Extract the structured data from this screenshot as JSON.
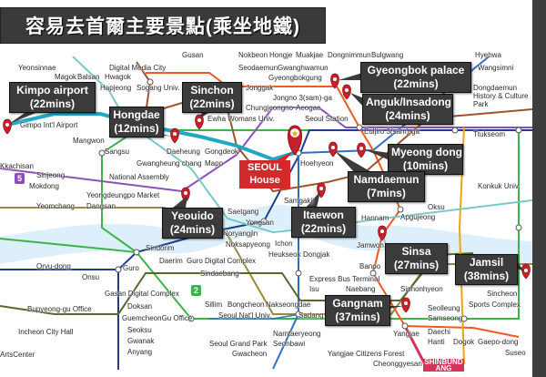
{
  "title": "容易去首爾主要景點(乘坐地鐵)",
  "seoul_house": {
    "line1": "SEOUL",
    "line2": "House"
  },
  "callouts": [
    {
      "name": "Kimpo airport",
      "time": "(22mins)"
    },
    {
      "name": "Hongdae",
      "time": "(12mins)"
    },
    {
      "name": "Sinchon",
      "time": "(22mins)"
    },
    {
      "name": "Gyeongbok palace",
      "time": "(22mins)"
    },
    {
      "name": "Anguk/Insadong",
      "time": "(24mins)"
    },
    {
      "name": "Myeong dong",
      "time": "(10mins)"
    },
    {
      "name": "Namdaemun",
      "time": "(7mins)"
    },
    {
      "name": "Itaewon",
      "time": "(22mins)"
    },
    {
      "name": "Yeouido",
      "time": "(24mins)"
    },
    {
      "name": "Sinsa",
      "time": "(27mins)"
    },
    {
      "name": "Jamsil",
      "time": "(38mins)"
    },
    {
      "name": "Gangnam",
      "time": "(37mins)"
    }
  ],
  "line_badges": [
    "5",
    "2"
  ],
  "shinbundang": "SHINBUNDANG",
  "stations": [
    "Gusan",
    "Digital Media City",
    "Hapjeong",
    "Mangwon",
    "Sangsu",
    "Gwangheung chang",
    "Daeheung",
    "Gongdeok",
    "Mapo",
    "National Assembly",
    "Yeongdeungpo Market",
    "Yeouido",
    "Saetgang",
    "Noryangjin",
    "Yongsan",
    "Samgakji",
    "Ichon",
    "Noksapyeong",
    "Itaewon",
    "Hannam",
    "Oksu",
    "Apgujeong",
    "Jamwon",
    "Banpo",
    "Dongjak",
    "Heukseok",
    "Isu",
    "Naebang",
    "Sadang",
    "Express Bus Terminal",
    "Sinnonhyeon",
    "Yangjae",
    "Dogok",
    "Daechi",
    "Seolleung",
    "Samseong",
    "Sports Complex",
    "Sincheon",
    "Konkuk Univ.",
    "Ttukseom",
    "Wangsimni",
    "Dongdaemun History & Culture Park",
    "Euljiro 3(sam)-ga",
    "Hoehyeon",
    "Myeong-dong",
    "Seoul Station",
    "Chungjeongno",
    "Aeogae",
    "Sogang Univ.",
    "Sinchon",
    "Ewha Womans Univ.",
    "Jonggak",
    "Jongno 3(sam)-ga",
    "Gwanghwamun",
    "Seodaemun",
    "Gyeongbokgung",
    "Anguk",
    "Hyehwa",
    "Dongnimmun",
    "Muakjae",
    "Hongje",
    "Nokbeon",
    "Bulgwang",
    "Yeonsinnae",
    "Gimpo Int'l Airport",
    "Magok",
    "Balsan",
    "Hwagok",
    "Kkachisan",
    "Sindorim",
    "Daerim",
    "Guro Digital Complex",
    "Sindaebang",
    "Sillim",
    "Bongcheon",
    "Seoul Nat'l Univ.",
    "Nakseongdae",
    "Gasan Digital Complex",
    "Guro",
    "Doksan",
    "GuemcheonGu Office",
    "Seoksu",
    "Gwanak",
    "Anyang",
    "Gwacheon",
    "Seoul Grand Park",
    "Namtaeryeong",
    "Seonbawi",
    "Hanti",
    "Gaepo-dong",
    "Suseo",
    "Yangjae Citizens Forest",
    "Cheonggyesan",
    "Onsu",
    "Oryu-dong",
    "Bupyeong-gu Office",
    "Incheon City Hall",
    "ArtsCenter",
    "Sinjeong",
    "Mokdong",
    "Yeomchang",
    "Dangsan"
  ]
}
